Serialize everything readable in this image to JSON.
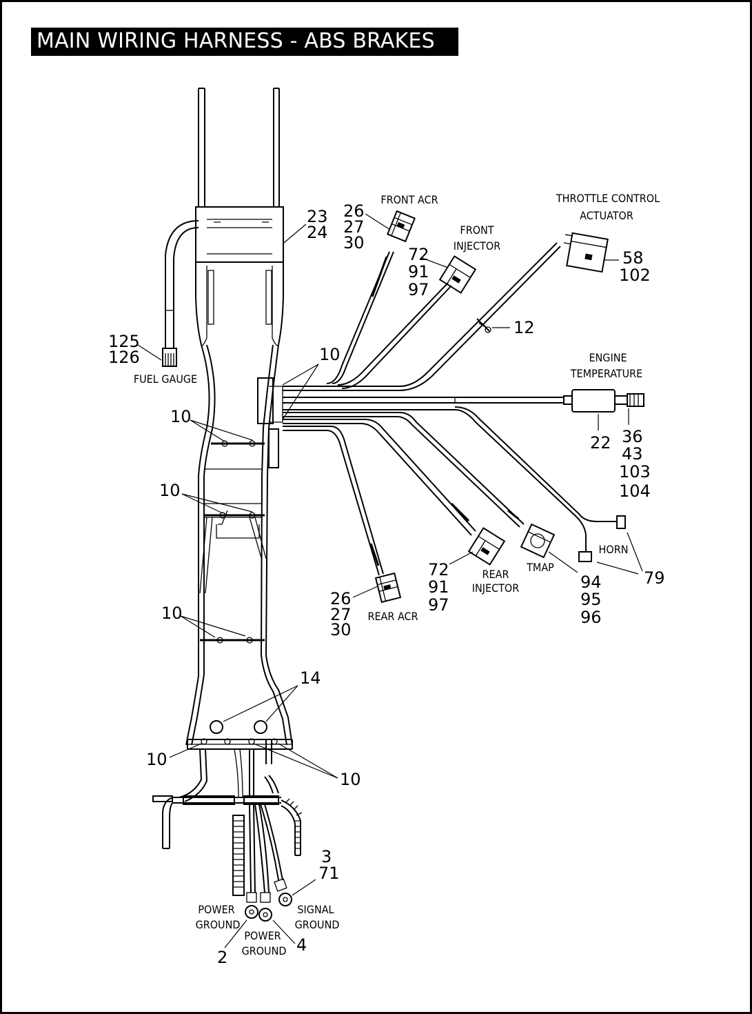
{
  "title": "MAIN WIRING HARNESS - ABS BRAKES",
  "labels": {
    "front_acr": "FRONT ACR",
    "front_injector": [
      "FRONT",
      "INJECTOR"
    ],
    "throttle_control_actuator": [
      "THROTTLE CONTROL",
      "ACTUATOR"
    ],
    "engine_temperature": [
      "ENGINE",
      "TEMPERATURE"
    ],
    "fuel_gauge": "FUEL GAUGE",
    "horn": "HORN",
    "tmap": "TMAP",
    "rear_injector": [
      "REAR",
      "INJECTOR"
    ],
    "rear_acr": "REAR ACR",
    "power_ground_left": [
      "POWER",
      "GROUND"
    ],
    "power_ground_center": [
      "POWER",
      "GROUND"
    ],
    "signal_ground": [
      "SIGNAL",
      "GROUND"
    ]
  },
  "callouts": {
    "c23_24": [
      "23",
      "24"
    ],
    "c26_front": [
      "26",
      "27",
      "30"
    ],
    "c72_front": [
      "72",
      "91",
      "97"
    ],
    "c58": [
      "58",
      "102"
    ],
    "c12": "12",
    "c125": [
      "125",
      "126"
    ],
    "c10_a": "10",
    "c10_b": "10",
    "c10_c": "10",
    "c10_d": "10",
    "c10_e": "10",
    "c10_f": "10",
    "c22": "22",
    "c36": [
      "36",
      "43",
      "103",
      "104"
    ],
    "c79": "79",
    "c94": [
      "94",
      "95",
      "96"
    ],
    "c72_rear": [
      "72",
      "91",
      "97"
    ],
    "c26_rear": [
      "26",
      "27",
      "30"
    ],
    "c14": "14",
    "c3_71": [
      "3",
      "71"
    ],
    "c2": "2",
    "c4": "4"
  }
}
